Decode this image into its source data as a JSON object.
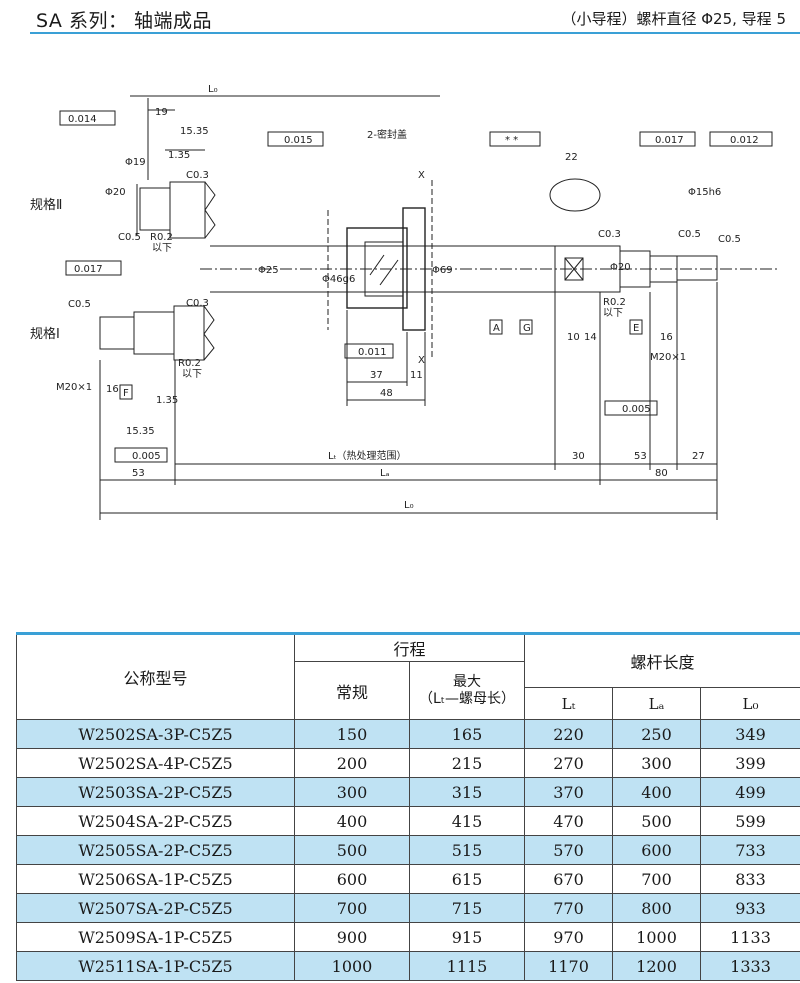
{
  "header": {
    "title_left": "SA 系列： 轴端成品",
    "title_right": "（小导程）螺杆直径 Φ25, 导程 5"
  },
  "drawing": {
    "spec_II_label": "规格Ⅱ",
    "spec_I_label": "规格Ⅰ",
    "L0": "L₀",
    "Lt_label": "Lₜ（热处理范围）",
    "La": "Lₐ",
    "seal_label": "2-密封盖",
    "tol_0014": "0.014",
    "tol_0015": "0.015",
    "tol_0017": "0.017",
    "tol_0012": "0.012",
    "tol_0011": "0.011",
    "tol_0005": "0.005",
    "tol_star": "* *",
    "ref_A": "A",
    "ref_E": "E",
    "ref_F": "F",
    "ref_G": "G",
    "dim_19": "19",
    "dim_1535": "15.35",
    "dim_135": "1.35",
    "dim_phi19": "Φ19",
    "dim_phi20": "Φ20",
    "dim_C03": "C0.3",
    "dim_C05": "C0.5",
    "dim_R02": "R0.2",
    "dim_yixia": "以下",
    "dim_M20": "M20×1",
    "dim_16": "16",
    "dim_phi25": "Φ25",
    "dim_phi46": "Φ46g6",
    "dim_phi69": "Φ69",
    "dim_37": "37",
    "dim_11": "11",
    "dim_48": "48",
    "dim_22": "22",
    "dim_10": "10",
    "dim_14": "14",
    "dim_phi15": "Φ15h6",
    "dim_53": "53",
    "dim_30": "30",
    "dim_27": "27",
    "dim_80": "80",
    "dim_X": "X"
  },
  "table": {
    "h_model": "公称型号",
    "h_stroke": "行程",
    "h_normal": "常规",
    "h_max_1": "最大",
    "h_max_2": "（Lₜ—螺母长）",
    "h_length": "螺杆长度",
    "h_Lt": "Lₜ",
    "h_La": "Lₐ",
    "h_Lo": "L₀",
    "rows": [
      {
        "model": "W2502SA-3P-C5Z5",
        "normal": "150",
        "max": "165",
        "lt": "220",
        "la": "250",
        "lo": "349"
      },
      {
        "model": "W2502SA-4P-C5Z5",
        "normal": "200",
        "max": "215",
        "lt": "270",
        "la": "300",
        "lo": "399"
      },
      {
        "model": "W2503SA-2P-C5Z5",
        "normal": "300",
        "max": "315",
        "lt": "370",
        "la": "400",
        "lo": "499"
      },
      {
        "model": "W2504SA-2P-C5Z5",
        "normal": "400",
        "max": "415",
        "lt": "470",
        "la": "500",
        "lo": "599"
      },
      {
        "model": "W2505SA-2P-C5Z5",
        "normal": "500",
        "max": "515",
        "lt": "570",
        "la": "600",
        "lo": "733"
      },
      {
        "model": "W2506SA-1P-C5Z5",
        "normal": "600",
        "max": "615",
        "lt": "670",
        "la": "700",
        "lo": "833"
      },
      {
        "model": "W2507SA-2P-C5Z5",
        "normal": "700",
        "max": "715",
        "lt": "770",
        "la": "800",
        "lo": "933"
      },
      {
        "model": "W2509SA-1P-C5Z5",
        "normal": "900",
        "max": "915",
        "lt": "970",
        "la": "1000",
        "lo": "1133"
      },
      {
        "model": "W2511SA-1P-C5Z5",
        "normal": "1000",
        "max": "1115",
        "lt": "1170",
        "la": "1200",
        "lo": "1333"
      }
    ]
  }
}
